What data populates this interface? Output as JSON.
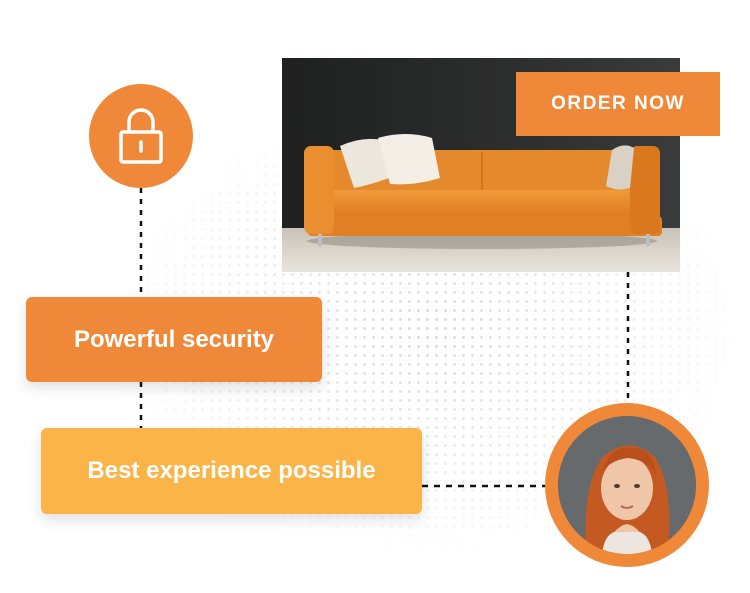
{
  "cta": {
    "order_label": "ORDER NOW"
  },
  "features": {
    "security_label": "Powerful security",
    "experience_label": "Best experience possible"
  },
  "icons": {
    "lock": "lock-icon"
  },
  "colors": {
    "accent": "#f0883a",
    "accent_light": "#fbb447",
    "sofa": "#e8892e",
    "backdrop": "#2c2d2d"
  }
}
